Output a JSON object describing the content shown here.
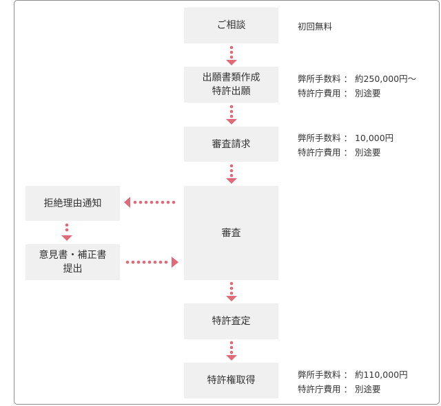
{
  "steps": {
    "consult": "ご相談",
    "application": "出願書類作成\n特許出願",
    "request": "審査請求",
    "examination": "審査",
    "rejection": "拒絶理由通知",
    "response": "意見書・補正書\n提出",
    "decision": "特許査定",
    "grant": "特許権取得"
  },
  "notes": {
    "consult": [
      "初回無料"
    ],
    "application": [
      "弊所手数料 ： 約250,000円〜",
      "特許庁費用 ： 別途要"
    ],
    "request": [
      "弊所手数料 ： 10,000円",
      "特許庁費用 ： 別途要"
    ],
    "grant": [
      "弊所手数料 ： 約110,000円",
      "特許庁費用 ： 別途要"
    ]
  },
  "colors": {
    "box": "#f0f0f0",
    "arrow": "#e06a78",
    "border": "#8a8a8a",
    "text": "#333333"
  }
}
